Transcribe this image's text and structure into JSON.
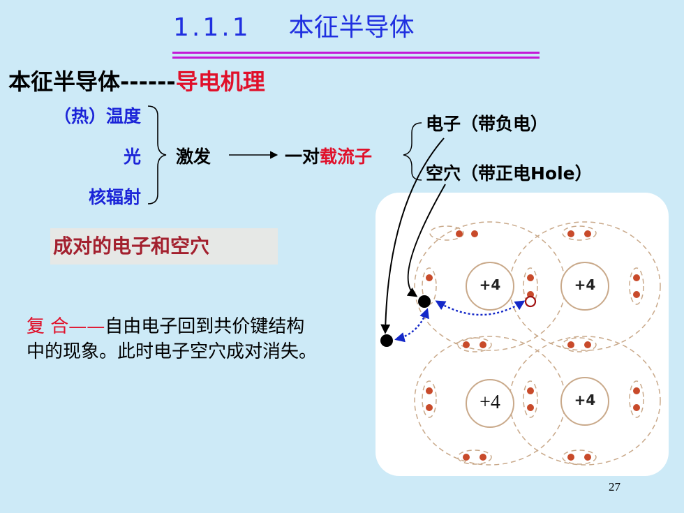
{
  "title": {
    "section": "1.1.1",
    "text": "本征半导体"
  },
  "heading": {
    "main": "本征半导体------",
    "highlight": "导电机理"
  },
  "sources": {
    "heat": "（热）温度",
    "light": "光",
    "radiation": "核辐射"
  },
  "flow": {
    "excite": "激发",
    "pair_prefix": "一对",
    "pair_highlight": "载流子"
  },
  "carriers": {
    "electron": "电子（带负电）",
    "hole": "空穴（带正电Hole）"
  },
  "pair_box": "成对的电子和空穴",
  "recombination": {
    "term": "复 合",
    "dash": "——",
    "text": "自由电子回到共价键结构中的现象。此时电子空穴成对消失。"
  },
  "lattice": {
    "atoms": [
      "+4",
      "+4",
      "+4",
      "+4"
    ]
  },
  "page_number": "27",
  "colors": {
    "background": "#cdeaf7",
    "title": "#1f2fe0",
    "emphasis": "#e0102a",
    "electron_dot": "#c84a2a",
    "lattice_line": "#c9a98a"
  }
}
